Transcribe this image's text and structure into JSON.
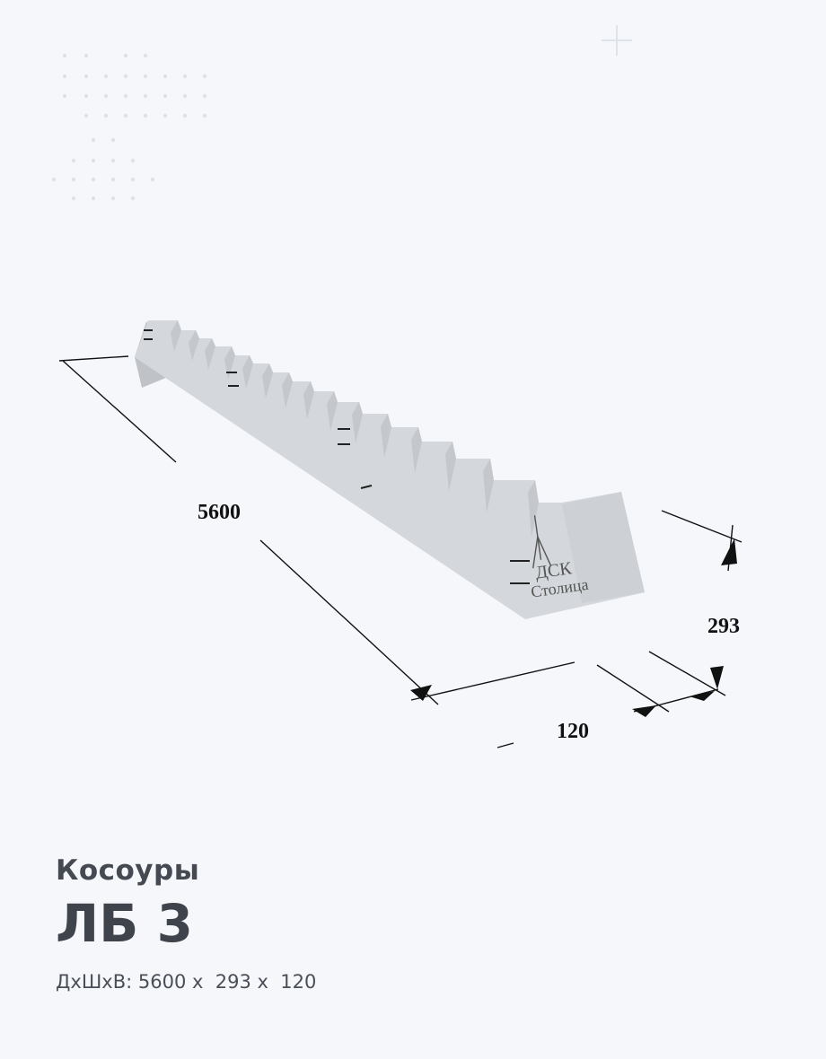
{
  "product": {
    "category": "Косоуры",
    "model": "ЛБ 3",
    "specs": "ДхШхВ: 5600 х  293 х  120"
  },
  "dimensions": {
    "length": "5600",
    "width": "293",
    "height": "120"
  },
  "logo": {
    "line1": "ДСК",
    "line2": "Столица"
  },
  "colors": {
    "background": "#f5f7fb",
    "concrete": "#d3d6da",
    "text": "#3f434b"
  }
}
